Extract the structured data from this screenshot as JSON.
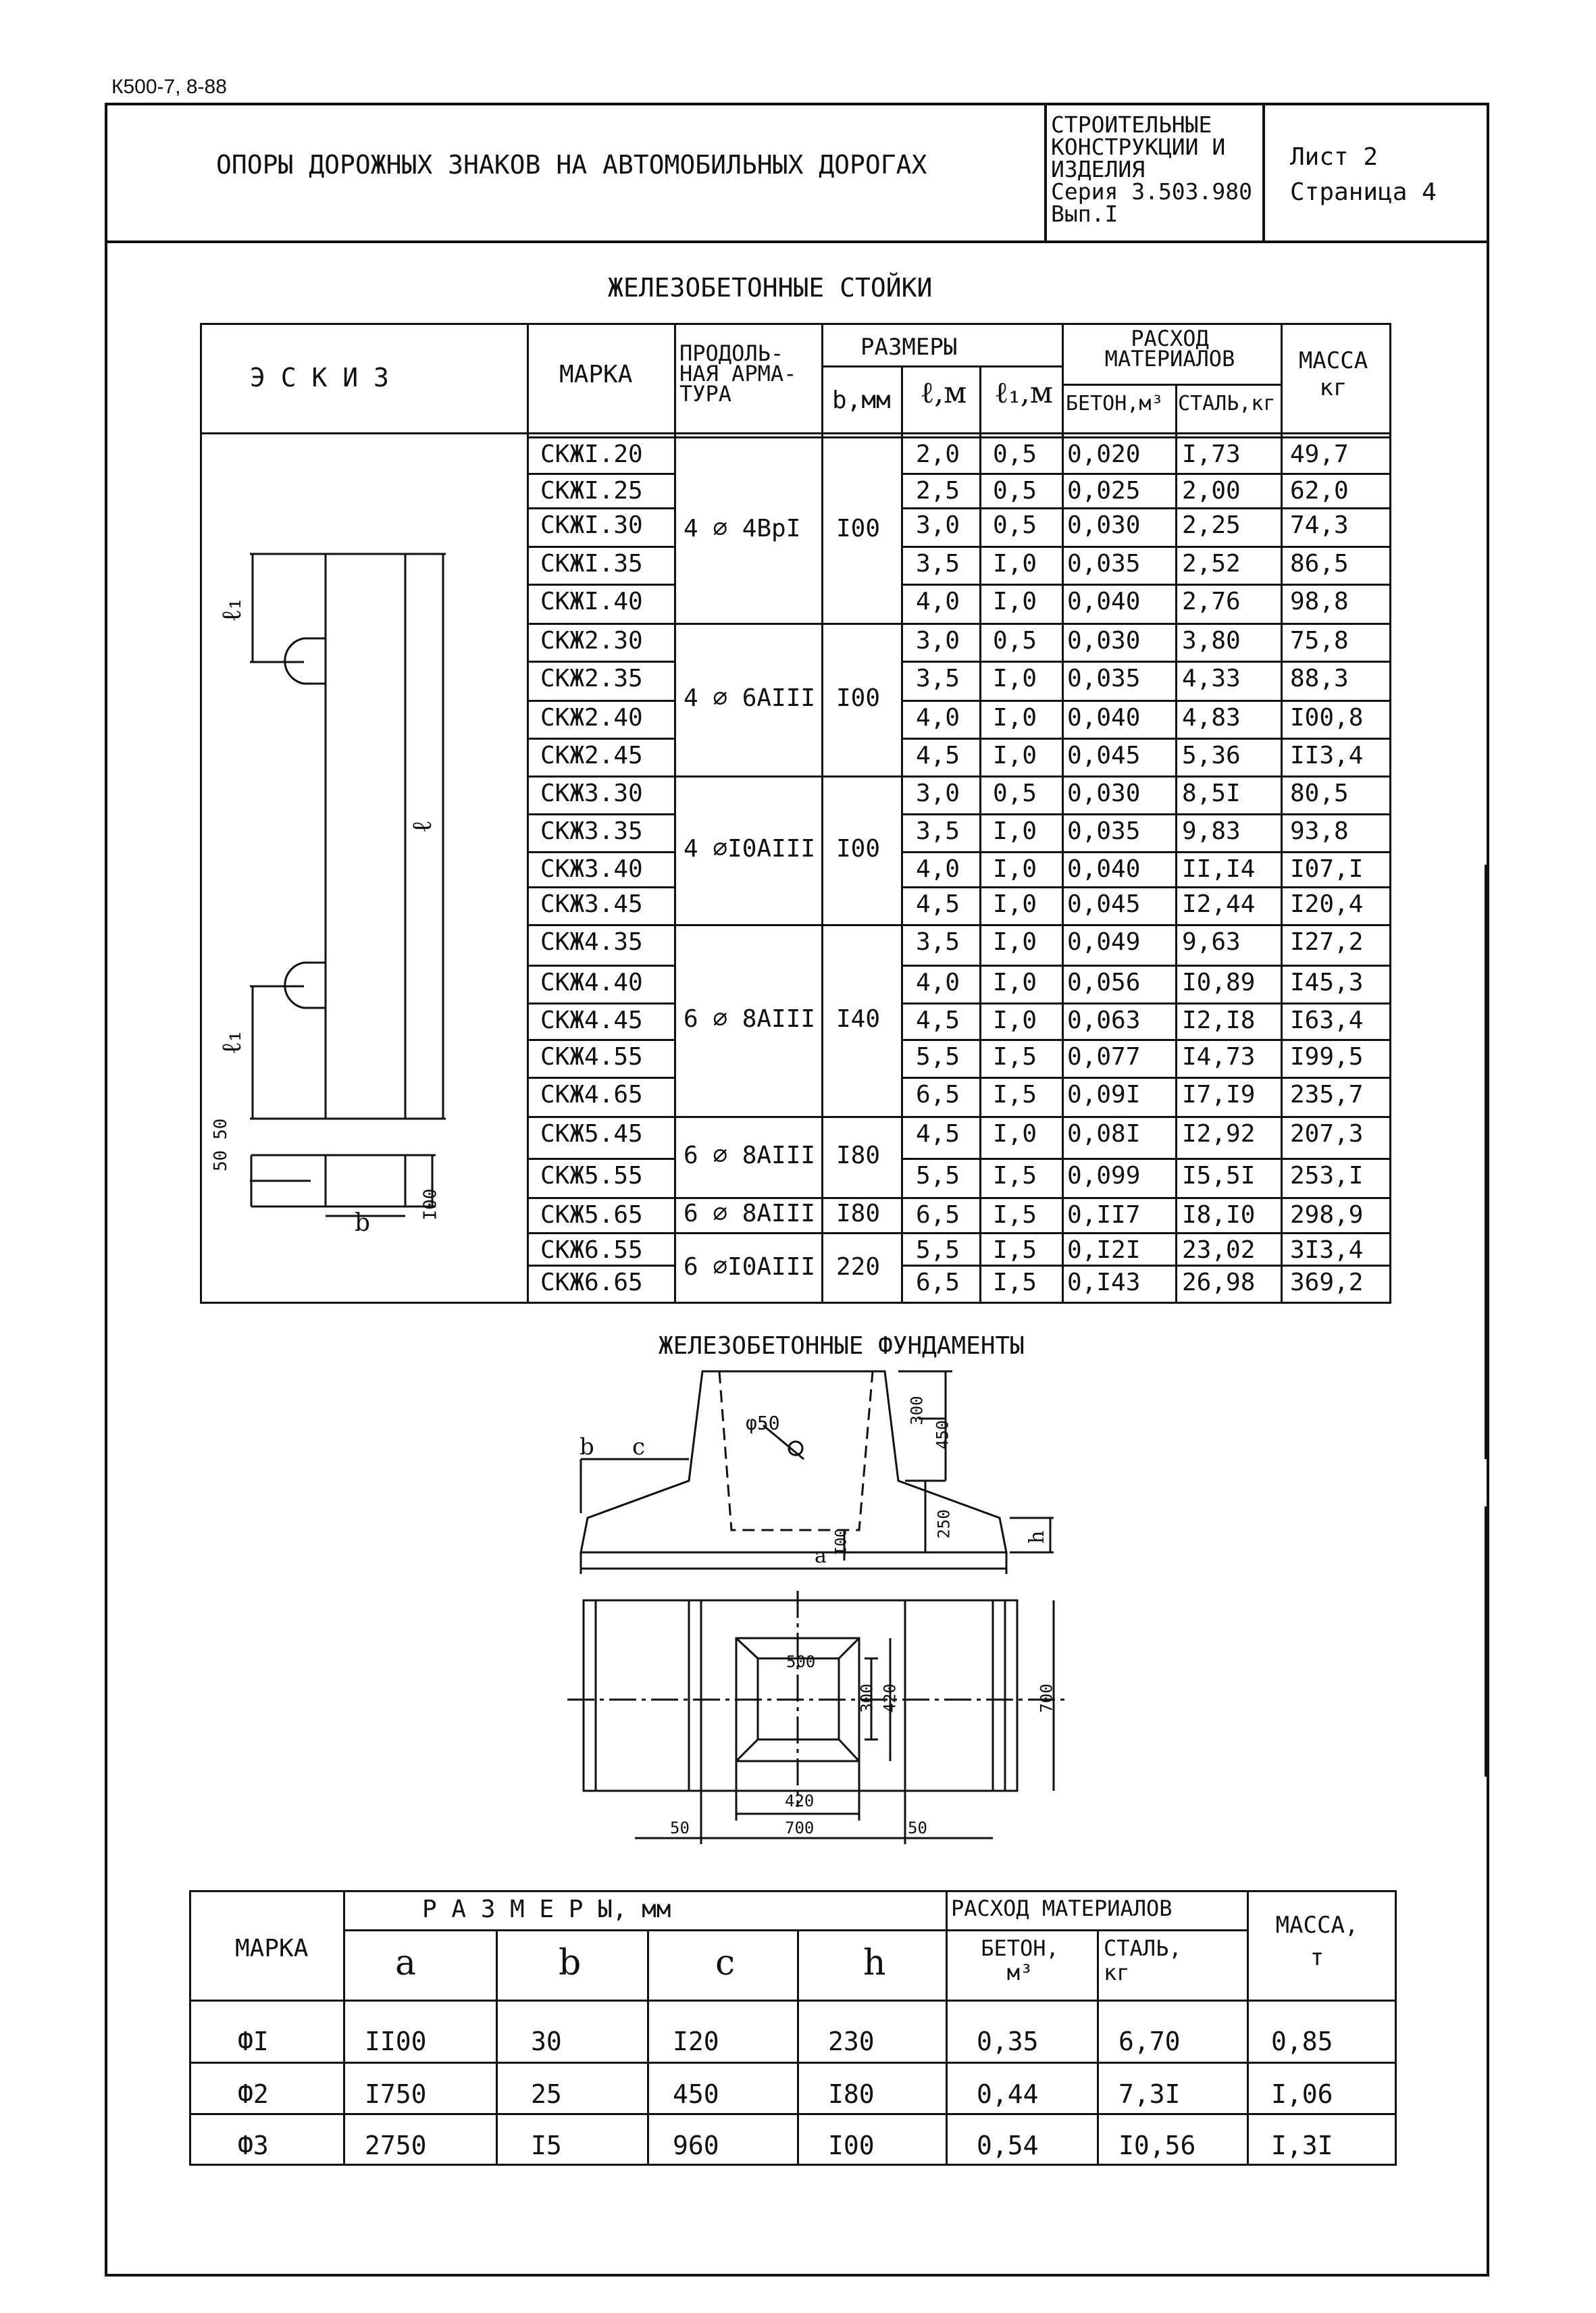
{
  "doc_code": "К500-7, 8-88",
  "header": {
    "title": "ОПОРЫ ДОРОЖНЫХ ЗНАКОВ НА АВТОМОБИЛЬНЫХ ДОРОГАХ",
    "series_block": [
      "СТРОИТЕЛЬНЫЕ",
      "КОНСТРУКЦИИ И",
      "ИЗДЕЛИЯ",
      "Серия 3.503.980",
      "Вып.I"
    ],
    "sheet": "Лист 2",
    "page": "Страница 4"
  },
  "posts": {
    "title": "ЖЕЛЕЗОБЕТОННЫЕ СТОЙКИ",
    "headers": {
      "sketch": "Э С К И З",
      "mark": "МАРКА",
      "rebar": [
        "ПРОДОЛЬ-",
        "НАЯ АРМА-",
        "ТУРА"
      ],
      "sizes": "РАЗМЕРЫ",
      "b": "b,мм",
      "l": "ℓ,м",
      "l1": "ℓ₁,м",
      "consumption": [
        "РАСХОД",
        "МАТЕРИАЛОВ"
      ],
      "concrete": "БЕТОН,м³",
      "steel": "СТАЛЬ,кг",
      "mass": [
        "МАССА",
        "кг"
      ]
    },
    "rows": [
      {
        "mark": "СКЖI.20",
        "l": "2,0",
        "l1": "0,5",
        "concrete": "0,020",
        "steel": "I,73",
        "mass": "49,7"
      },
      {
        "mark": "СКЖI.25",
        "l": "2,5",
        "l1": "0,5",
        "concrete": "0,025",
        "steel": "2,00",
        "mass": "62,0"
      },
      {
        "mark": "СКЖI.30",
        "l": "3,0",
        "l1": "0,5",
        "concrete": "0,030",
        "steel": "2,25",
        "mass": "74,3"
      },
      {
        "mark": "СКЖI.35",
        "l": "3,5",
        "l1": "I,0",
        "concrete": "0,035",
        "steel": "2,52",
        "mass": "86,5"
      },
      {
        "mark": "СКЖI.40",
        "l": "4,0",
        "l1": "I,0",
        "concrete": "0,040",
        "steel": "2,76",
        "mass": "98,8"
      },
      {
        "mark": "СКЖ2.30",
        "l": "3,0",
        "l1": "0,5",
        "concrete": "0,030",
        "steel": "3,80",
        "mass": "75,8"
      },
      {
        "mark": "СКЖ2.35",
        "l": "3,5",
        "l1": "I,0",
        "concrete": "0,035",
        "steel": "4,33",
        "mass": "88,3"
      },
      {
        "mark": "СКЖ2.40",
        "l": "4,0",
        "l1": "I,0",
        "concrete": "0,040",
        "steel": "4,83",
        "mass": "I00,8"
      },
      {
        "mark": "СКЖ2.45",
        "l": "4,5",
        "l1": "I,0",
        "concrete": "0,045",
        "steel": "5,36",
        "mass": "II3,4"
      },
      {
        "mark": "СКЖ3.30",
        "l": "3,0",
        "l1": "0,5",
        "concrete": "0,030",
        "steel": "8,5I",
        "mass": "80,5"
      },
      {
        "mark": "СКЖ3.35",
        "l": "3,5",
        "l1": "I,0",
        "concrete": "0,035",
        "steel": "9,83",
        "mass": "93,8"
      },
      {
        "mark": "СКЖ3.40",
        "l": "4,0",
        "l1": "I,0",
        "concrete": "0,040",
        "steel": "II,I4",
        "mass": "I07,I"
      },
      {
        "mark": "СКЖ3.45",
        "l": "4,5",
        "l1": "I,0",
        "concrete": "0,045",
        "steel": "I2,44",
        "mass": "I20,4"
      },
      {
        "mark": "СКЖ4.35",
        "l": "3,5",
        "l1": "I,0",
        "concrete": "0,049",
        "steel": "9,63",
        "mass": "I27,2"
      },
      {
        "mark": "СКЖ4.40",
        "l": "4,0",
        "l1": "I,0",
        "concrete": "0,056",
        "steel": "I0,89",
        "mass": "I45,3"
      },
      {
        "mark": "СКЖ4.45",
        "l": "4,5",
        "l1": "I,0",
        "concrete": "0,063",
        "steel": "I2,I8",
        "mass": "I63,4"
      },
      {
        "mark": "СКЖ4.55",
        "l": "5,5",
        "l1": "I,5",
        "concrete": "0,077",
        "steel": "I4,73",
        "mass": "I99,5"
      },
      {
        "mark": "СКЖ4.65",
        "l": "6,5",
        "l1": "I,5",
        "concrete": "0,09I",
        "steel": "I7,I9",
        "mass": "235,7"
      },
      {
        "mark": "СКЖ5.45",
        "l": "4,5",
        "l1": "I,0",
        "concrete": "0,08I",
        "steel": "I2,92",
        "mass": "207,3"
      },
      {
        "mark": "СКЖ5.55",
        "l": "5,5",
        "l1": "I,5",
        "concrete": "0,099",
        "steel": "I5,5I",
        "mass": "253,I"
      },
      {
        "mark": "СКЖ5.65",
        "l": "6,5",
        "l1": "I,5",
        "concrete": "0,II7",
        "steel": "I8,I0",
        "mass": "298,9"
      },
      {
        "mark": "СКЖ6.55",
        "l": "5,5",
        "l1": "I,5",
        "concrete": "0,I2I",
        "steel": "23,02",
        "mass": "3I3,4"
      },
      {
        "mark": "СКЖ6.65",
        "l": "6,5",
        "l1": "I,5",
        "concrete": "0,I43",
        "steel": "26,98",
        "mass": "369,2"
      }
    ],
    "groups": [
      {
        "rebar": "4 ∅ 4ВрI",
        "b": "I00"
      },
      {
        "rebar": "4 ∅ 6AIII",
        "b": "I00"
      },
      {
        "rebar": "4 ∅I0AIII",
        "b": "I00"
      },
      {
        "rebar": "6 ∅ 8AIII",
        "b": "I40"
      },
      {
        "rebar": "6 ∅ 8AIII",
        "b": "I80"
      },
      {
        "rebar": "6 ∅ 8AIII",
        "b": "I80"
      },
      {
        "rebar": "6 ∅I0AIII",
        "b": "220"
      }
    ],
    "sketch_labels": {
      "l1_top": "ℓ₁",
      "l": "ℓ",
      "l1_bot": "ℓ₁",
      "d50": "50 50",
      "d100": "I00",
      "b": "b"
    }
  },
  "foundations": {
    "title": "ЖЕЛЕЗОБЕТОННЫЕ ФУНДАМЕНТЫ",
    "drawing_labels": {
      "phi": "φ50",
      "b": "b",
      "c": "c",
      "a": "a",
      "h": "h",
      "d300": "300",
      "d450": "450",
      "d250": "250",
      "d100": "I00",
      "p500": "500",
      "p300": "300",
      "p420": "420",
      "p700": "700",
      "w420": "420",
      "w700": "700",
      "w50l": "50",
      "w50r": "50"
    },
    "table": {
      "headers": {
        "mark": "МАРКА",
        "sizes": "Р А З М Е Р Ы, мм",
        "a": "a",
        "b": "b",
        "c": "c",
        "h": "h",
        "consumption": "РАСХОД МАТЕРИАЛОВ",
        "concrete": [
          "БЕТОН,",
          "м³"
        ],
        "steel": [
          "СТАЛЬ,",
          "кг"
        ],
        "mass": [
          "МАССА,",
          "т"
        ]
      },
      "rows": [
        {
          "mark": "ФI",
          "a": "II00",
          "b": "30",
          "c": "I20",
          "h": "230",
          "concrete": "0,35",
          "steel": "6,70",
          "mass": "0,85"
        },
        {
          "mark": "Ф2",
          "a": "I750",
          "b": "25",
          "c": "450",
          "h": "I80",
          "concrete": "0,44",
          "steel": "7,3I",
          "mass": "I,06"
        },
        {
          "mark": "Ф3",
          "a": "2750",
          "b": "I5",
          "c": "960",
          "h": "I00",
          "concrete": "0,54",
          "steel": "I0,56",
          "mass": "I,3I"
        }
      ]
    }
  }
}
